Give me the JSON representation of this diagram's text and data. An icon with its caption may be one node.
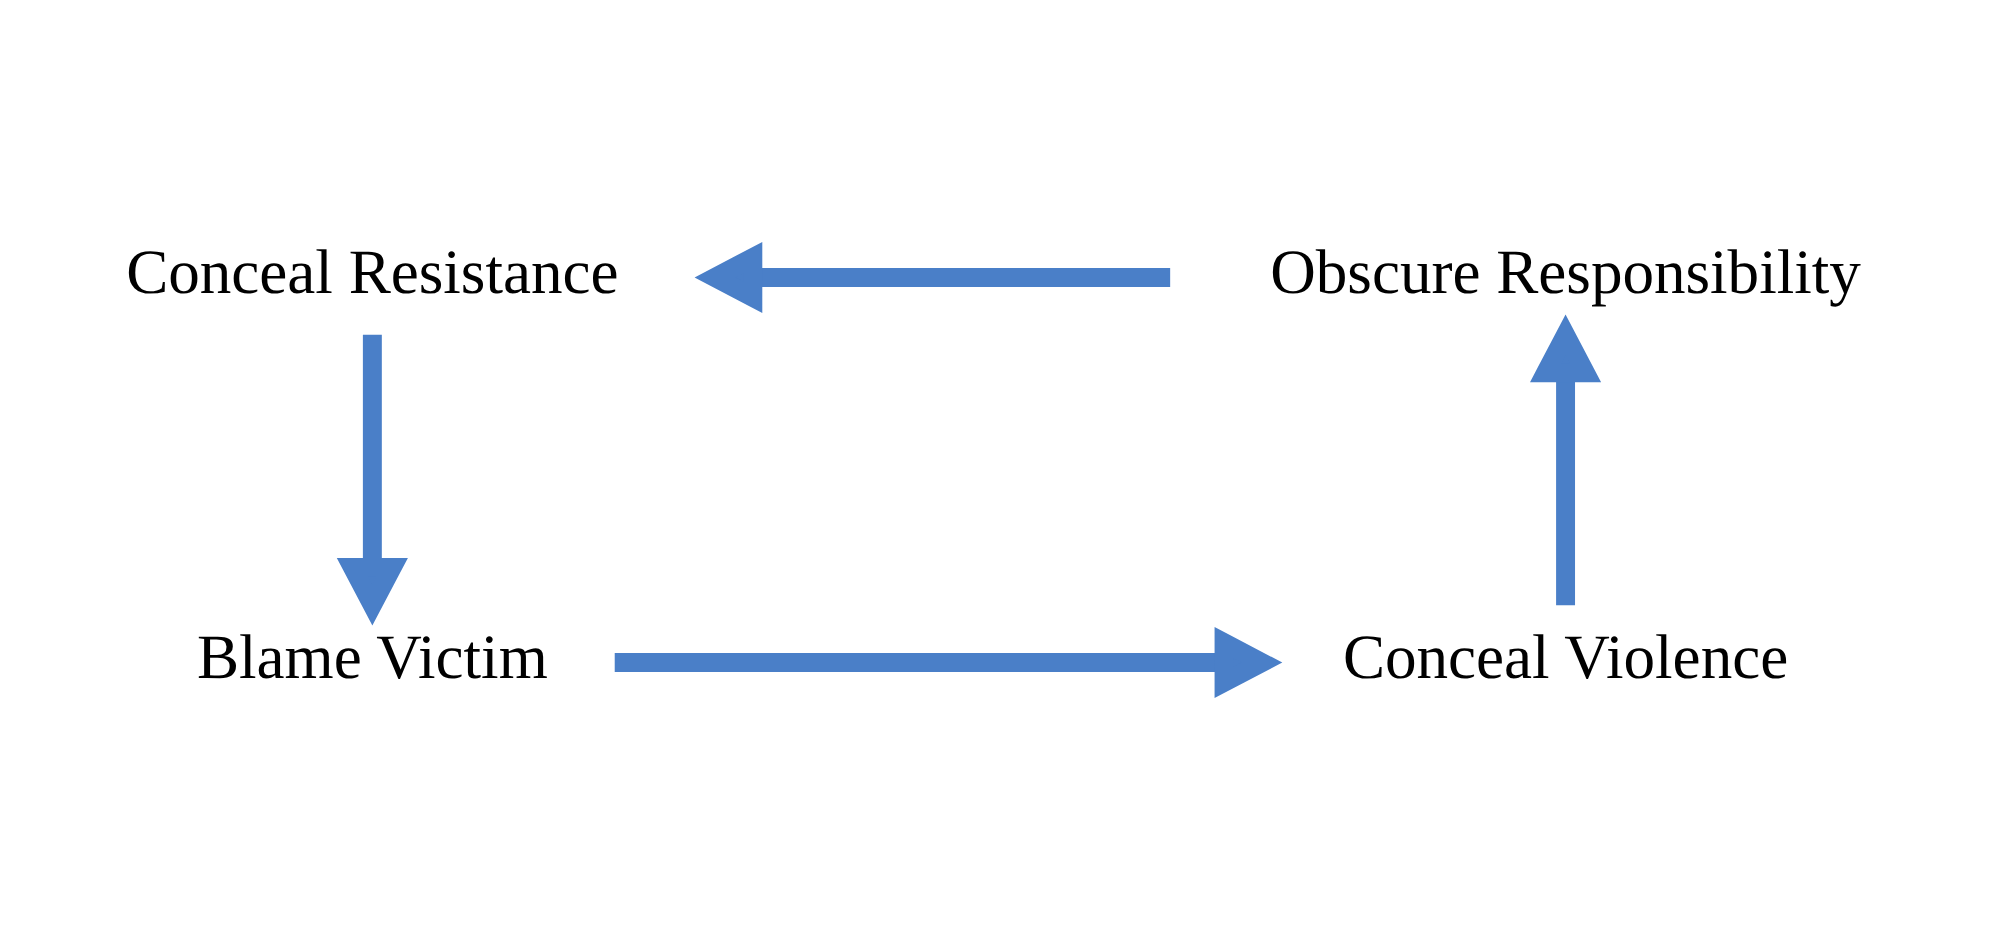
{
  "diagram": {
    "nodes": [
      {
        "text": [
          "Conceal Resistance"
        ]
      },
      {
        "text": [
          "Obscure Responsibility"
        ]
      },
      {
        "text": [
          "Blame Victim"
        ]
      },
      {
        "text": [
          "Conceal Violence"
        ]
      }
    ],
    "edges": [
      {
        "from": 0,
        "to": 2,
        "arrow": "to"
      },
      {
        "from": 2,
        "to": 3,
        "arrow": "to"
      },
      {
        "from": 3,
        "to": 1,
        "arrow": "to"
      },
      {
        "from": 1,
        "to": 0,
        "arrow": "to"
      }
    ]
  }
}
